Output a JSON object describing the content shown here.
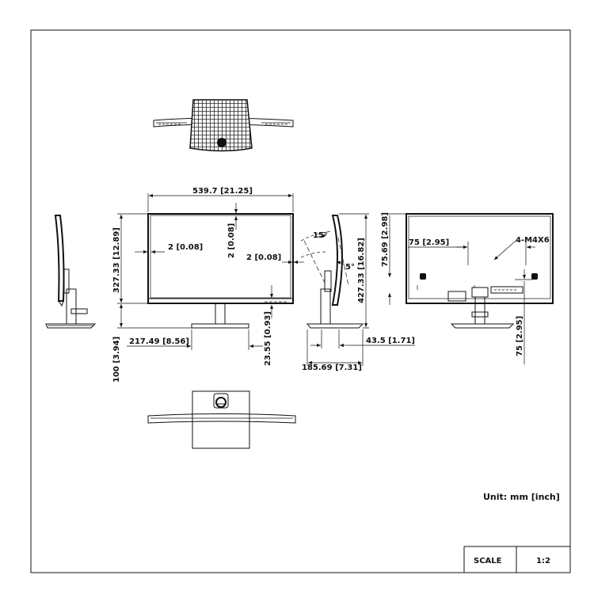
{
  "dimensions": {
    "top_width": "539.7  [21.25]",
    "screen_height": "327.33  [12.89]",
    "bezel_top": "2  [0.08]",
    "bezel_left": "2  [0.08]",
    "bezel_right": "2  [0.08]",
    "stand_height": "100  [3.94]",
    "base_offset": "217.49  [8.56]",
    "chin": "23.55  [0.93]",
    "tilt_back": "15°",
    "tilt_forward": "5°",
    "total_height": "427.33  [16.82]",
    "depth_stand": "43.5  [1.71]",
    "base_depth": "185.69  [7.31]",
    "vesa_offset_v": "75.69  [2.98]",
    "vesa_h": "75  [2.95]",
    "vesa_screws": "4-M4X6",
    "vesa_v": "75  [2.95]"
  },
  "unit_note": "Unit: mm [inch]",
  "title_block": {
    "scale_label": "SCALE",
    "scale_value": "1:2"
  }
}
